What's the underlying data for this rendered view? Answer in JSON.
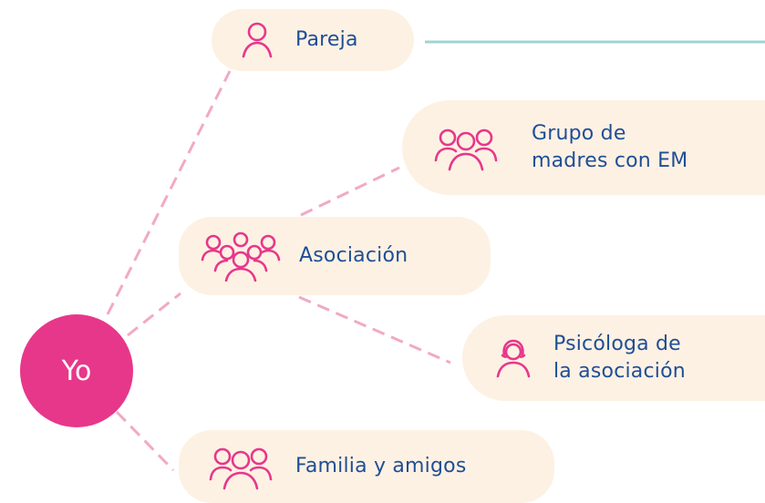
{
  "center": {
    "label": "Yo"
  },
  "nodes": {
    "pareja": {
      "label": "Pareja",
      "icon": "person-icon"
    },
    "grupo": {
      "line1": "Grupo de",
      "line2": "madres con EM",
      "icon": "group-of-three-icon"
    },
    "asociacion": {
      "label": "Asociación",
      "icon": "large-group-icon"
    },
    "psicologa": {
      "line1": "Psicóloga de",
      "line2": "la asociación",
      "icon": "woman-icon"
    },
    "familia": {
      "label": "Familia y amigos",
      "icon": "group-of-three-icon"
    }
  },
  "colors": {
    "center": "#e7378b",
    "pill": "#fdf1e3",
    "text": "#1f4e96",
    "icon": "#e7378b",
    "dashed_link": "#f2a9c6",
    "solid_link": "#9fd3d0"
  }
}
